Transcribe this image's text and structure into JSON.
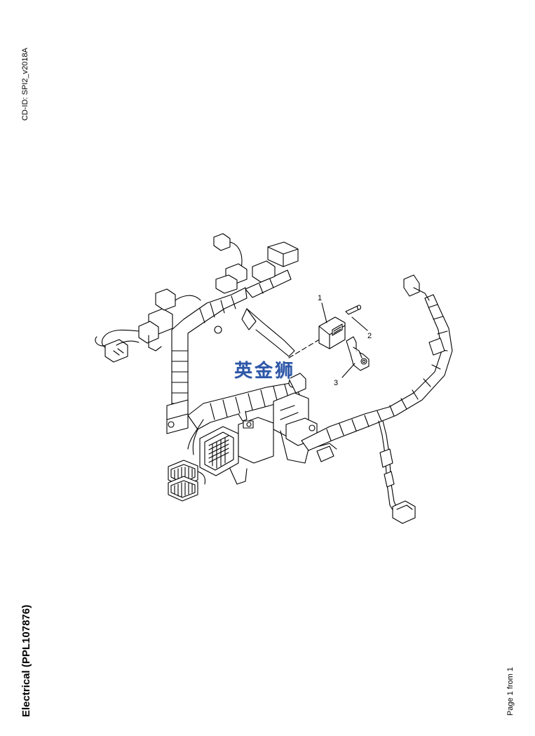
{
  "header": {
    "cd_id": "CD-ID: SPI2_v2018A"
  },
  "footer": {
    "title": "Electrical (PPL107876)",
    "page_info": "Page 1 from 1"
  },
  "watermark": {
    "text": "英金狮"
  },
  "callouts": [
    {
      "number": "1"
    },
    {
      "number": "2"
    },
    {
      "number": "3"
    }
  ]
}
